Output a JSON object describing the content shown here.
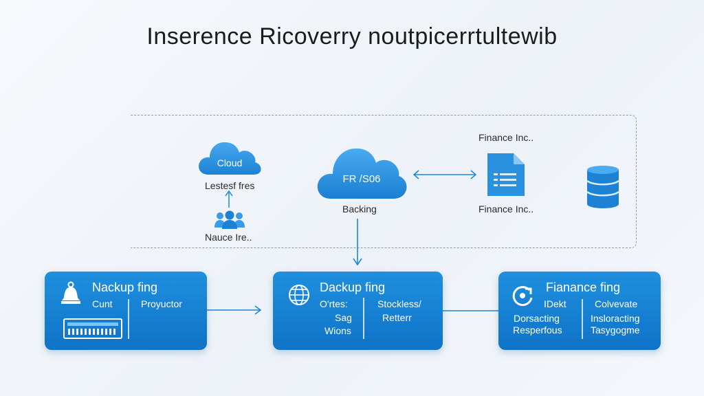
{
  "title": "Inserence Ricoverry noutpicerrtultewib",
  "top_diagram": {
    "left_cloud": {
      "label": "Cloud",
      "caption": "Lestesf fres"
    },
    "people_caption": "Nauce Ire..",
    "center_cloud": {
      "label": "FR /S06",
      "caption": "Backing"
    },
    "document": {
      "caption_top": "Finance Inc..",
      "caption_bottom": "Finance Inc.."
    }
  },
  "cards": [
    {
      "title": "Nackup fing",
      "col1": [
        "Cunt"
      ],
      "col2": [
        "Proyuctor"
      ]
    },
    {
      "title": "Dackup fing",
      "col1": [
        "O'rtes:",
        "Sag",
        "Wions"
      ],
      "col2": [
        "Stockless/",
        "Retterr"
      ]
    },
    {
      "title": "Fianance fing",
      "col1": [
        "IDekt",
        "Dorsacting",
        "Resperfous"
      ],
      "col2": [
        "Colvevate",
        "Insloracting",
        "Tasygogme"
      ]
    }
  ],
  "colors": {
    "primary": "#1a86d6",
    "card_gradient_top": "#1f8fde",
    "card_gradient_bottom": "#0f73c7",
    "icon_light": "#3a9be8"
  },
  "icons": [
    "cloud-icon",
    "people-icon",
    "document-icon",
    "database-icon",
    "bell-icon",
    "server-icon",
    "globe-icon",
    "refresh-icon"
  ]
}
